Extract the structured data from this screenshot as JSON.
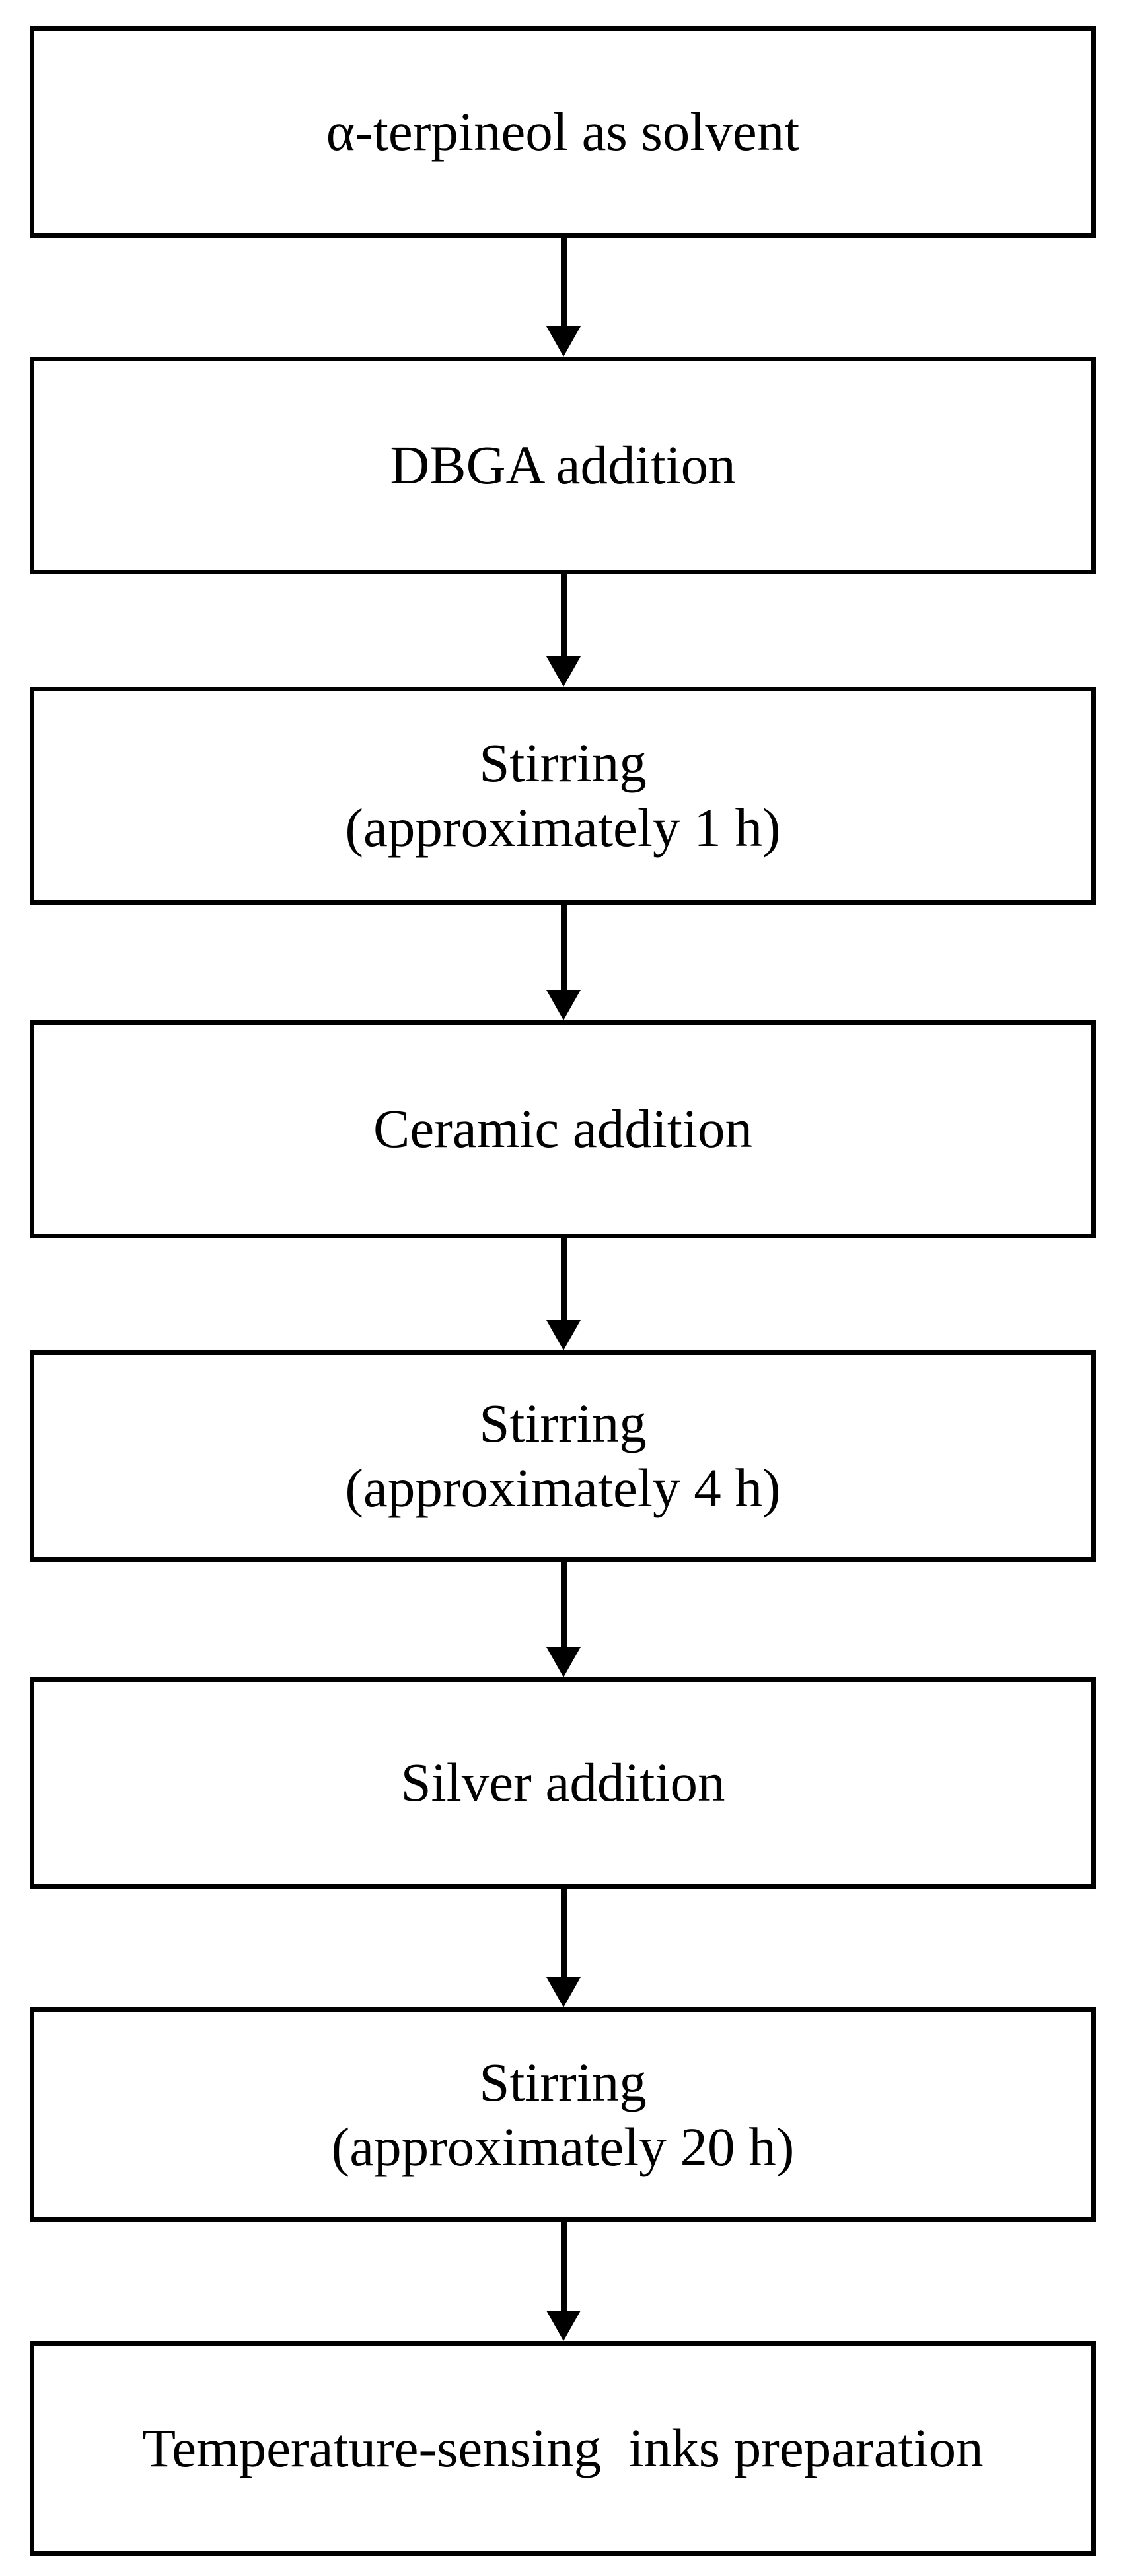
{
  "flowchart": {
    "steps": [
      {
        "label": "α-terpineol as solvent"
      },
      {
        "label": "DBGA addition"
      },
      {
        "label": "Stirring\n(approximately 1 h)"
      },
      {
        "label": "Ceramic addition"
      },
      {
        "label": "Stirring\n(approximately 4 h)"
      },
      {
        "label": "Silver addition"
      },
      {
        "label": "Stirring\n(approximately 20 h)"
      },
      {
        "label": "Temperature-sensing  inks preparation"
      }
    ]
  }
}
